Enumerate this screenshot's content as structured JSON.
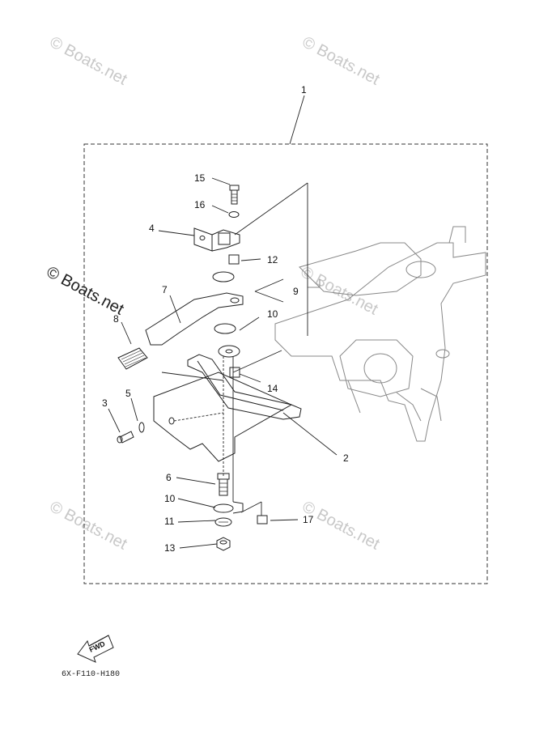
{
  "watermark_text": "© Boats.net",
  "drawing_code": "6X-F110-H180",
  "fwd_label": "FWD",
  "callouts": {
    "c1": "1",
    "c2": "2",
    "c3": "3",
    "c4": "4",
    "c5": "5",
    "c6": "6",
    "c7": "7",
    "c8": "8",
    "c9": "9",
    "c10a": "10",
    "c10b": "10",
    "c11": "11",
    "c12": "12",
    "c13": "13",
    "c14": "14",
    "c15": "15",
    "c16": "16",
    "c17": "17"
  }
}
